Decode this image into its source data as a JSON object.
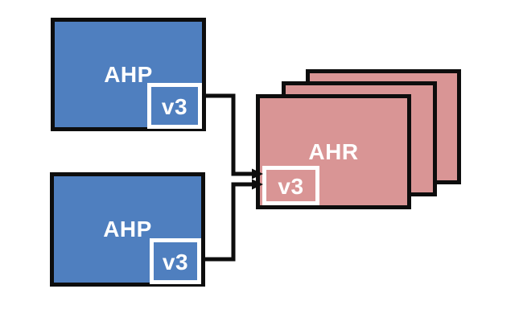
{
  "nodes": {
    "ahp_top": {
      "label": "AHP",
      "version": "v3"
    },
    "ahp_bottom": {
      "label": "AHP",
      "version": "v3"
    },
    "ahr": {
      "label": "AHR",
      "version": "v3",
      "stack_count": 3
    }
  },
  "connectors": [
    {
      "from": "ahp_top.v3",
      "to": "ahr.v3",
      "arrow": "right"
    },
    {
      "from": "ahp_bottom.v3",
      "to": "ahr.v3",
      "arrow": "right"
    }
  ],
  "colors": {
    "node_blue": "#4f7fbf",
    "node_pink": "#d99595",
    "outline": "#0d0d0d",
    "label_text": "#ffffff",
    "version_border": "#ffffff",
    "background": "#ffffff"
  }
}
